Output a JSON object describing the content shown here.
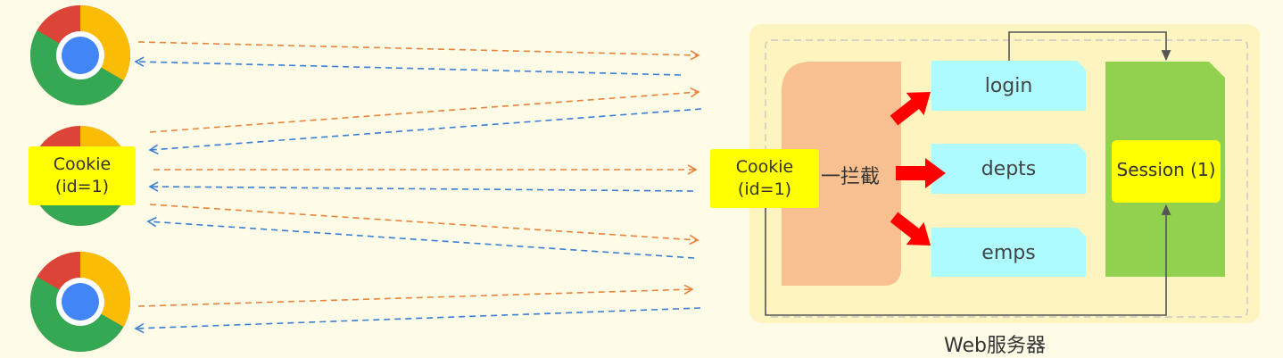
{
  "browsers": [
    {
      "icon": "chrome-icon"
    },
    {
      "icon": "chrome-icon",
      "cookie": {
        "line1": "Cookie",
        "line2": "(id=1)"
      }
    },
    {
      "icon": "chrome-icon"
    }
  ],
  "server": {
    "cookie": {
      "line1": "Cookie",
      "line2": "(id=1)"
    },
    "interceptor_label": "一拦截",
    "endpoints": [
      "login",
      "depts",
      "emps"
    ],
    "session_label": "Session (1)",
    "caption": "Web服务器"
  },
  "colors": {
    "background": "#fefbe6",
    "request_arrow": "#e8843c",
    "response_arrow": "#3a7fd5",
    "server_panel": "#fdf4bf",
    "interceptor": "#f8c090",
    "endpoint": "#aefbff",
    "session_store": "#92d050",
    "highlight": "#ffff00",
    "red_arrow": "#ff0000"
  }
}
